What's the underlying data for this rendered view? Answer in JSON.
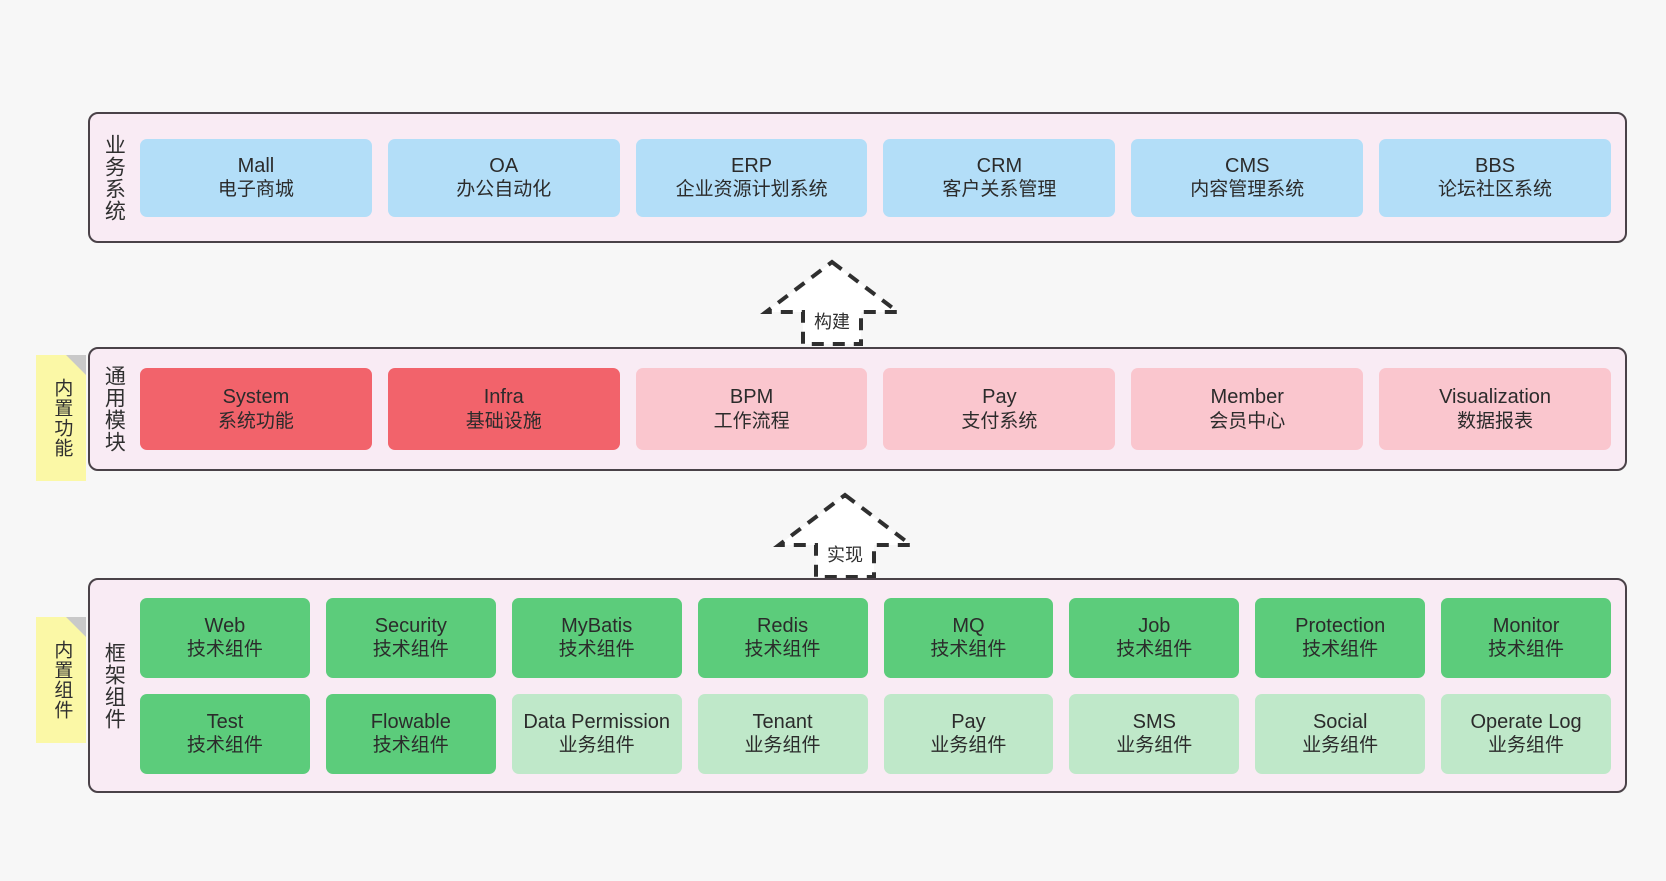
{
  "colors": {
    "background": "#f7f7f7",
    "panel_fill": "#f9ebf4",
    "panel_border": "#4a4248",
    "business_card": "#b3def8",
    "module_core": "#f2636b",
    "module_other": "#fac6ce",
    "framework_tech": "#5ccc7b",
    "framework_biz": "#bfe8c9",
    "note_fill": "#fbf8a6",
    "note_fold": "#c9c9c9"
  },
  "layers": {
    "business": {
      "label": "业务系统",
      "cards": [
        {
          "name": "Mall",
          "desc": "电子商城"
        },
        {
          "name": "OA",
          "desc": "办公自动化"
        },
        {
          "name": "ERP",
          "desc": "企业资源计划系统"
        },
        {
          "name": "CRM",
          "desc": "客户关系管理"
        },
        {
          "name": "CMS",
          "desc": "内容管理系统"
        },
        {
          "name": "BBS",
          "desc": "论坛社区系统"
        }
      ]
    },
    "modules": {
      "label": "通用模块",
      "note": "内置功能",
      "cards": [
        {
          "name": "System",
          "desc": "系统功能",
          "style": "c-red"
        },
        {
          "name": "Infra",
          "desc": "基础设施",
          "style": "c-red"
        },
        {
          "name": "BPM",
          "desc": "工作流程",
          "style": "c-pink"
        },
        {
          "name": "Pay",
          "desc": "支付系统",
          "style": "c-pink"
        },
        {
          "name": "Member",
          "desc": "会员中心",
          "style": "c-pink"
        },
        {
          "name": "Visualization",
          "desc": "数据报表",
          "style": "c-pink"
        }
      ]
    },
    "framework": {
      "label": "框架组件",
      "note": "内置组件",
      "row1": [
        {
          "name": "Web",
          "desc": "技术组件",
          "style": "c-green"
        },
        {
          "name": "Security",
          "desc": "技术组件",
          "style": "c-green"
        },
        {
          "name": "MyBatis",
          "desc": "技术组件",
          "style": "c-green"
        },
        {
          "name": "Redis",
          "desc": "技术组件",
          "style": "c-green"
        },
        {
          "name": "MQ",
          "desc": "技术组件",
          "style": "c-green"
        },
        {
          "name": "Job",
          "desc": "技术组件",
          "style": "c-green"
        },
        {
          "name": "Protection",
          "desc": "技术组件",
          "style": "c-green"
        },
        {
          "name": "Monitor",
          "desc": "技术组件",
          "style": "c-green"
        }
      ],
      "row2": [
        {
          "name": "Test",
          "desc": "技术组件",
          "style": "c-green"
        },
        {
          "name": "Flowable",
          "desc": "技术组件",
          "style": "c-green"
        },
        {
          "name": "Data Permission",
          "desc": "业务组件",
          "style": "c-greenlight"
        },
        {
          "name": "Tenant",
          "desc": "业务组件",
          "style": "c-greenlight"
        },
        {
          "name": "Pay",
          "desc": "业务组件",
          "style": "c-greenlight"
        },
        {
          "name": "SMS",
          "desc": "业务组件",
          "style": "c-greenlight"
        },
        {
          "name": "Social",
          "desc": "业务组件",
          "style": "c-greenlight"
        },
        {
          "name": "Operate Log",
          "desc": "业务组件",
          "style": "c-greenlight"
        }
      ]
    }
  },
  "arrows": {
    "build": "构建",
    "implement": "实现"
  }
}
